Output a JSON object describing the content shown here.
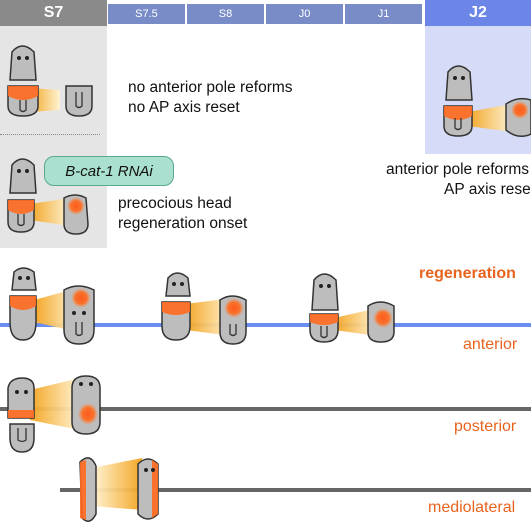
{
  "timeline": {
    "stages": [
      {
        "label": "S7"
      },
      {
        "label": "S7.5"
      },
      {
        "label": "S8"
      },
      {
        "label": "J0"
      },
      {
        "label": "J1"
      },
      {
        "label": "J2"
      }
    ]
  },
  "panels": {
    "top_left": {
      "line1": "no anterior pole reforms",
      "line2": "no AP axis reset"
    },
    "rnai": {
      "badge": "B-cat-1 RNAi",
      "line1": "precocious head",
      "line2": "regeneration onset"
    },
    "top_right": {
      "line1": "anterior pole reforms",
      "line2": "AP axis reset"
    }
  },
  "rows": {
    "header": "regeneration",
    "anterior": "anterior",
    "posterior": "posterior",
    "mediolateral": "mediolateral"
  },
  "colors": {
    "stage_dark": "#8a8a8a",
    "stage_blue": "#7a8cc8",
    "stage_j2": "#6b86e6",
    "axis_blue": "#6b8ef2",
    "axis_gray": "#666666",
    "accent_orange": "#e8641e"
  }
}
